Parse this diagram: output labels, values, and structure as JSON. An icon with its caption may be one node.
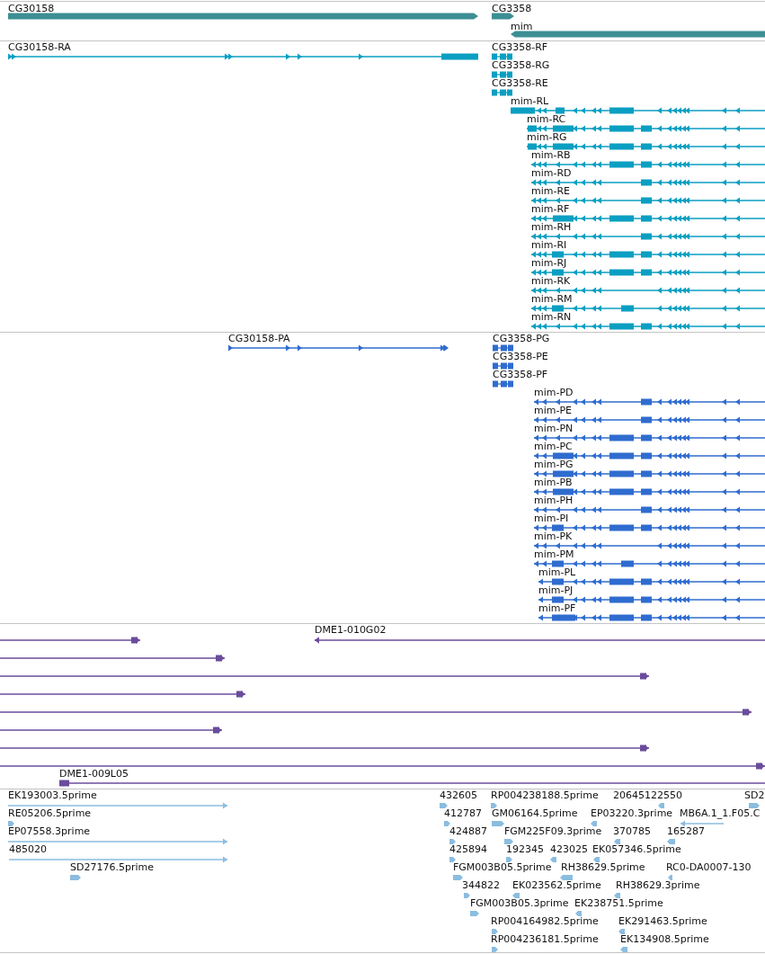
{
  "diagram": {
    "labels": [
      "CG30158",
      "CG3358",
      "mim",
      "CG30158-RA",
      "CG3358-RF",
      "CG3358-RG",
      "CG3358-RE",
      "mim-RL",
      "mim-RC",
      "mim-RG",
      "mim-RB",
      "mim-RD",
      "mim-RE",
      "mim-RF",
      "mim-RH",
      "mim-RI",
      "mim-RJ",
      "mim-RK",
      "mim-RM",
      "mim-RN",
      "CG30158-PA",
      "CG3358-PG",
      "CG3358-PE",
      "CG3358-PF",
      "mim-PD",
      "mim-PE",
      "mim-PN",
      "mim-PC",
      "mim-PG",
      "mim-PB",
      "mim-PH",
      "mim-PI",
      "mim-PK",
      "mim-PM",
      "mim-PL",
      "mim-PJ",
      "mim-PF",
      "DME1-010G02",
      "DME1-009L05",
      "EK193003.5prime",
      "432605",
      "RP004238188.5prime",
      "20645122550",
      "SD2",
      "RE05206.5prime",
      "412787",
      "GM06164.5prime",
      "EP03220.3prime",
      "MB6A.1_1.F05.C",
      "EP07558.3prime",
      "424887",
      "FGM225F09.3prime",
      "370785",
      "165287",
      "485020",
      "425894",
      "192345",
      "423025",
      "EK057346.5prime",
      "SD27176.5prime",
      "FGM003B05.5prime",
      "RH38629.5prime",
      "RC0-DA0007-130",
      "344822",
      "EK023562.5prime",
      "RH38629.3prime",
      "FGM003B05.3prime",
      "EK238751.5prime",
      "RP004164982.5prime",
      "EK291463.5prime",
      "RP004236181.5prime",
      "EK134908.5prime"
    ]
  }
}
